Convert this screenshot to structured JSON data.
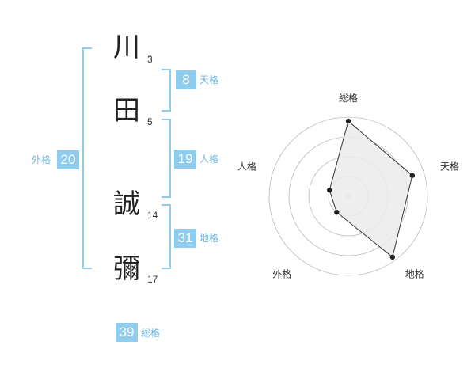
{
  "name": {
    "characters": [
      {
        "char": "川",
        "strokes": "3"
      },
      {
        "char": "田",
        "strokes": "5"
      },
      {
        "char": "誠",
        "strokes": "14"
      },
      {
        "char": "彌",
        "strokes": "17"
      }
    ]
  },
  "fortune": {
    "tenkaku": {
      "value": "8",
      "label": "天格"
    },
    "jinkaku": {
      "value": "19",
      "label": "人格"
    },
    "chikaku": {
      "value": "31",
      "label": "地格"
    },
    "gaikaku": {
      "value": "20",
      "label": "外格"
    },
    "soukaku": {
      "value": "39",
      "label": "総格"
    }
  },
  "colors": {
    "accent": "#8fcdef",
    "accent_text": "#6fb8e3",
    "kanji_text": "#222222",
    "radar_fill": "#ebebeb",
    "radar_grid": "#bbbbbb"
  },
  "chart_data": {
    "type": "radar",
    "axes": [
      "総格",
      "天格",
      "地格",
      "外格",
      "人格"
    ],
    "values": [
      0.95,
      0.85,
      0.95,
      0.25,
      0.25
    ],
    "grid_rings": 4,
    "max": 1
  }
}
